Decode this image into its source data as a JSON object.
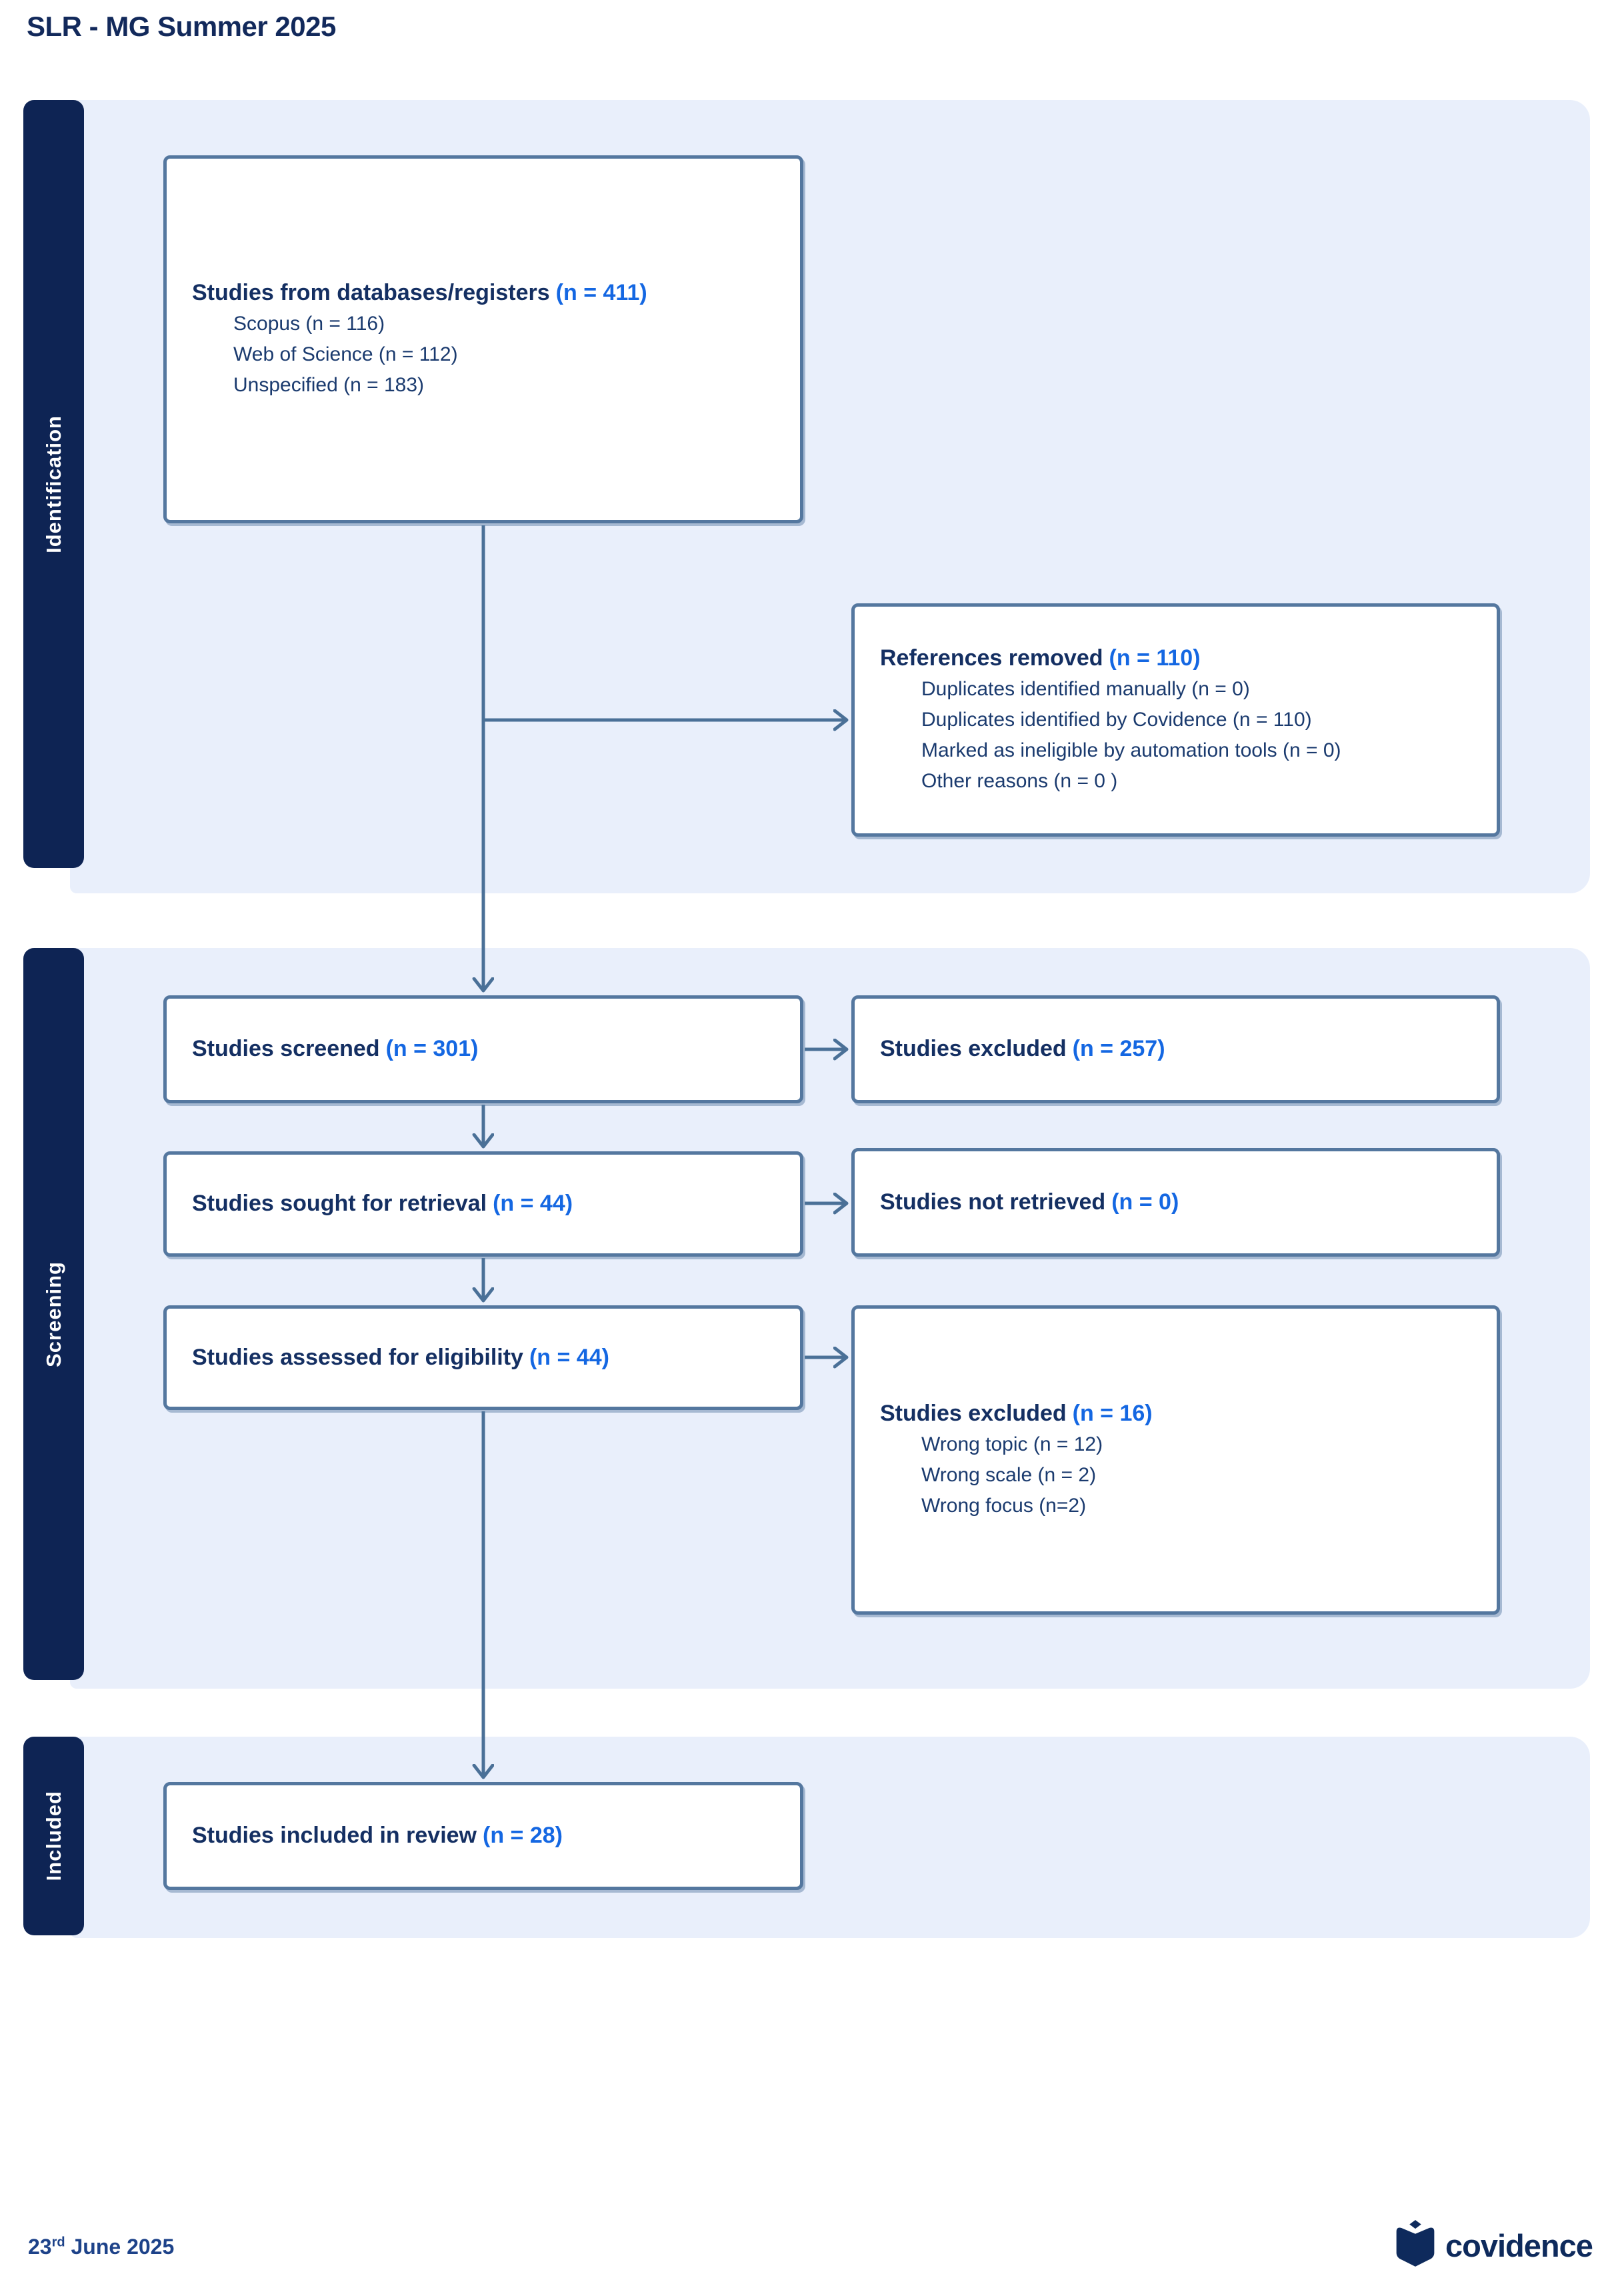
{
  "page_title": "SLR - MG Summer 2025",
  "sections": [
    {
      "label": "Identification"
    },
    {
      "label": "Screening"
    },
    {
      "label": "Included"
    }
  ],
  "boxes": {
    "databases": {
      "label": "Studies from databases/registers",
      "count": "(n = 411)",
      "items": [
        "Scopus (n = 116)",
        "Web of Science (n = 112)",
        "Unspecified (n = 183)"
      ]
    },
    "references_removed": {
      "label": "References removed",
      "count": "(n = 110)",
      "items": [
        "Duplicates identified manually (n = 0)",
        "Duplicates identified by Covidence (n = 110)",
        "Marked as ineligible by automation tools (n = 0)",
        "Other reasons (n = 0 )"
      ]
    },
    "screened": {
      "label": "Studies screened",
      "count": "(n = 301)"
    },
    "sought": {
      "label": "Studies sought for retrieval",
      "count": "(n = 44)"
    },
    "assessed": {
      "label": "Studies assessed for eligibility",
      "count": "(n = 44)"
    },
    "excluded_screening": {
      "label": "Studies excluded",
      "count": "(n = 257)"
    },
    "not_retrieved": {
      "label": "Studies not retrieved",
      "count": "(n = 0)"
    },
    "excluded_eligibility": {
      "label": "Studies excluded",
      "count": "(n = 16)",
      "items": [
        "Wrong topic (n = 12)",
        "Wrong scale (n = 2)",
        "Wrong focus (n=2)"
      ]
    },
    "included": {
      "label": "Studies included in review",
      "count": "(n = 28)"
    }
  },
  "footer": {
    "date_day": "23",
    "date_suffix": "rd",
    "date_rest": " June 2025",
    "brand": "covidence"
  },
  "colors": {
    "navy_tab": "#0E2454",
    "title_navy": "#12295B",
    "text_navy": "#142F62",
    "count_blue": "#1467E2",
    "panel_blue": "#E9EFFB",
    "box_border": "#54779F",
    "arrow": "#4A7097"
  }
}
